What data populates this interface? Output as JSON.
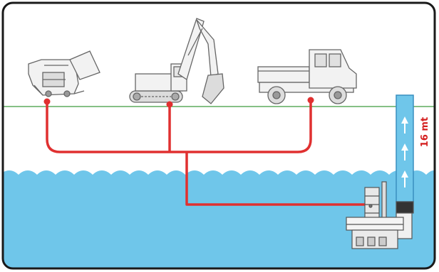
{
  "diagram": {
    "depth_label": "16 mt",
    "colors": {
      "frame": "#1a1a1a",
      "water": "#6fc6ea",
      "ground_line": "#3c9a3c",
      "pipe": "#e03030",
      "riser": "#6fc6ea",
      "riser_arrow": "#ffffff",
      "depth_label": "#d42020"
    },
    "machines": [
      {
        "name": "crusher-machine"
      },
      {
        "name": "excavator-machine"
      },
      {
        "name": "truck-machine"
      },
      {
        "name": "submersible-pump"
      }
    ]
  }
}
